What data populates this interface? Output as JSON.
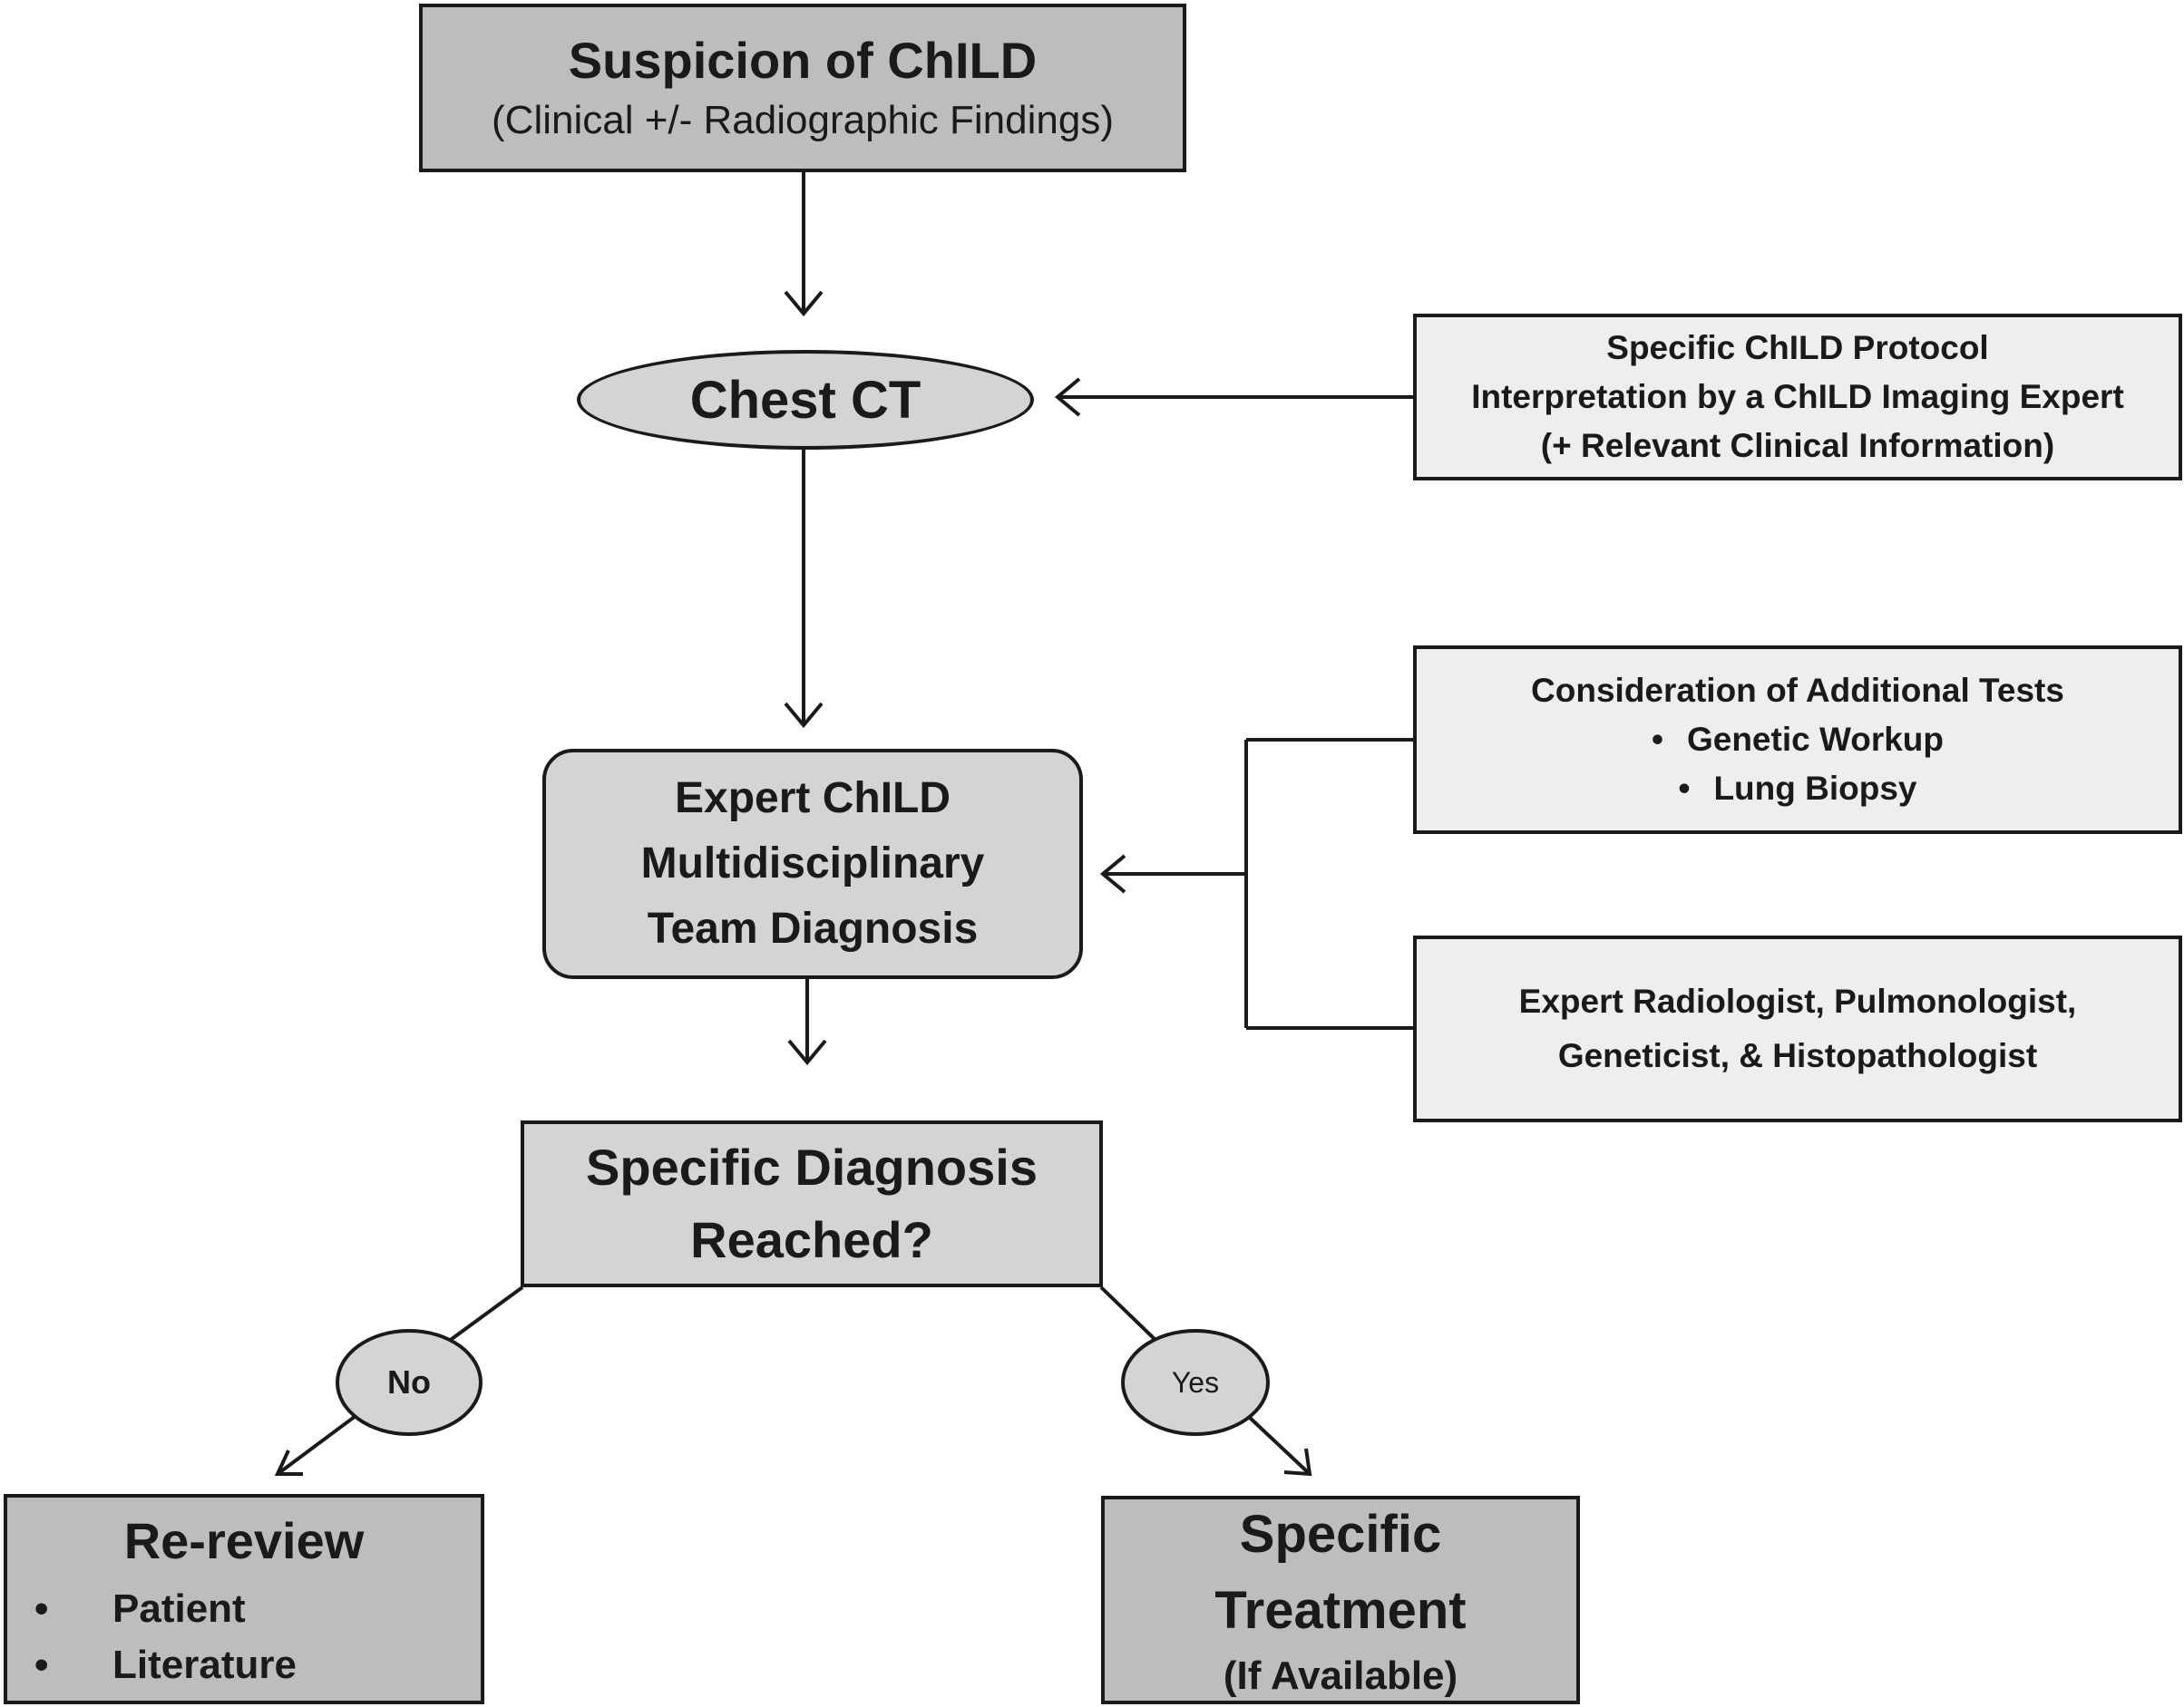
{
  "suspicion": {
    "title": "Suspicion of ChILD",
    "subtitle": "(Clinical +/- Radiographic Findings)"
  },
  "chest_ct": {
    "label": "Chest CT"
  },
  "protocol": {
    "lines": [
      "Specific ChILD Protocol",
      "Interpretation by a ChILD Imaging Expert",
      "(+ Relevant Clinical Information)"
    ]
  },
  "team": {
    "lines": [
      "Expert ChILD",
      "Multidisciplinary",
      "Team Diagnosis"
    ]
  },
  "additional_tests": {
    "heading": "Consideration of Additional Tests",
    "items": [
      "Genetic Workup",
      "Lung Biopsy"
    ]
  },
  "experts": {
    "lines": [
      "Expert Radiologist, Pulmonologist,",
      "Geneticist, & Histopathologist"
    ]
  },
  "decision": {
    "lines": [
      "Specific Diagnosis",
      "Reached?"
    ]
  },
  "branch_no": {
    "label": "No"
  },
  "branch_yes": {
    "label": "Yes"
  },
  "rereview": {
    "title": "Re-review",
    "items": [
      "Patient",
      "Literature"
    ]
  },
  "treatment": {
    "lines": [
      "Specific",
      "Treatment",
      "(If Available)"
    ]
  },
  "colors": {
    "dark_box": "#bdbdbd",
    "mid_box": "#d4d4d4",
    "light_box": "#eeeeee",
    "stroke": "#1a1a1a"
  }
}
